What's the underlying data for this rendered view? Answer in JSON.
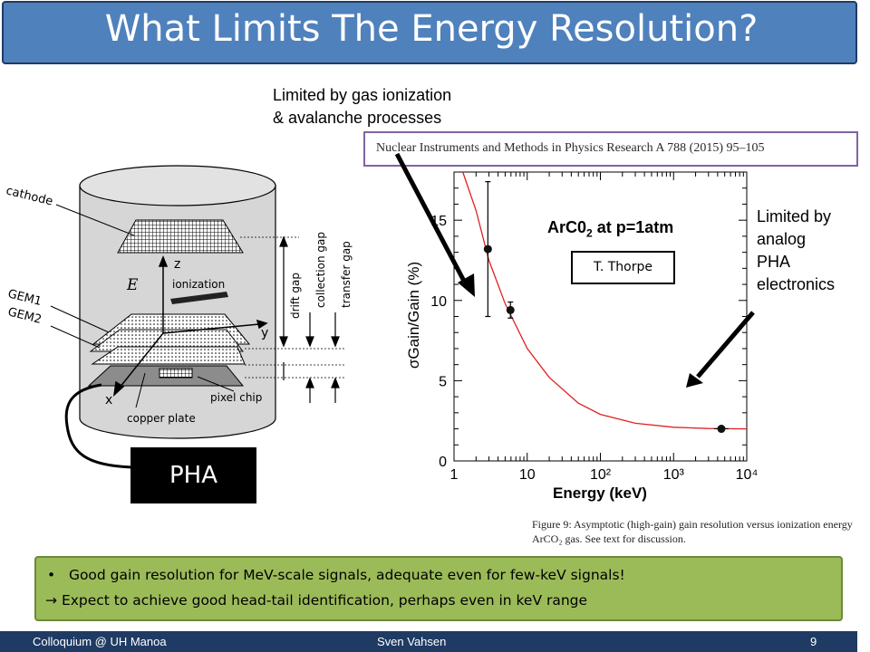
{
  "title": "What Limits The Energy Resolution?",
  "annotations": {
    "gas_limit_line1": "Limited by gas ionization",
    "gas_limit_line2": "& avalanche processes",
    "pha_limit_line1": "Limited by",
    "pha_limit_line2": "analog",
    "pha_limit_line3": "PHA",
    "pha_limit_line4": "electronics"
  },
  "journal": "Nuclear Instruments and Methods in Physics Research A 788 (2015) 95–105",
  "figure": {
    "gas_label_main": "ArC0",
    "gas_label_sub": "2",
    "gas_label_rest": " at p=1atm",
    "credit": "T. Thorpe",
    "caption_line1": "Figure 9: Asymptotic (high-gain) gain resolution versus ionization energy",
    "caption_line2": "ArCO₂ gas. See text for discussion."
  },
  "detector": {
    "cathode": "cathode",
    "gem1": "GEM1",
    "gem2": "GEM2",
    "z": "z",
    "y": "y",
    "x": "x",
    "e_field": "E",
    "ionization": "ionization",
    "drift_gap": "drift gap",
    "collection_gap": "collection gap",
    "transfer_gap": "transfer gap",
    "pixel_chip": "pixel chip",
    "copper_plate": "copper plate",
    "pha": "PHA"
  },
  "summary": {
    "bullet": "Good gain resolution for MeV-scale signals, adequate even for few-keV signals!",
    "arrow_line": "Expect to achieve good head-tail identification, perhaps even in keV range"
  },
  "footer": {
    "left": "Colloquium @ UH Manoa",
    "center": "Sven Vahsen",
    "page": "9"
  },
  "colors": {
    "title_bg": "#4f81bd",
    "footer_bg": "#1f3b64",
    "summary_bg": "#9bbb59",
    "journal_border": "#8064a2",
    "curve": "#e02020"
  },
  "chart_data": {
    "type": "scatter",
    "xlabel": "Energy (keV)",
    "ylabel": "σGain/Gain (%)",
    "xscale": "log",
    "xlim": [
      1,
      10000
    ],
    "ylim": [
      0,
      18
    ],
    "x_ticks": [
      "1",
      "10",
      "10²",
      "10³",
      "10⁴"
    ],
    "y_ticks": [
      "0",
      "5",
      "10",
      "15"
    ],
    "series": [
      {
        "points": [
          {
            "x": 2.9,
            "y": 13.2,
            "err": 4.2
          },
          {
            "x": 5.9,
            "y": 9.4,
            "err": 0.5
          },
          {
            "x": 4500,
            "y": 2.0,
            "err": 0
          }
        ]
      }
    ],
    "fit_curve": [
      [
        1.32,
        18
      ],
      [
        2,
        15.6
      ],
      [
        3,
        12.5
      ],
      [
        5,
        9.8
      ],
      [
        10,
        7.0
      ],
      [
        20,
        5.2
      ],
      [
        50,
        3.6
      ],
      [
        100,
        2.9
      ],
      [
        300,
        2.35
      ],
      [
        1000,
        2.1
      ],
      [
        3000,
        2.02
      ],
      [
        10000,
        2.0
      ]
    ]
  }
}
